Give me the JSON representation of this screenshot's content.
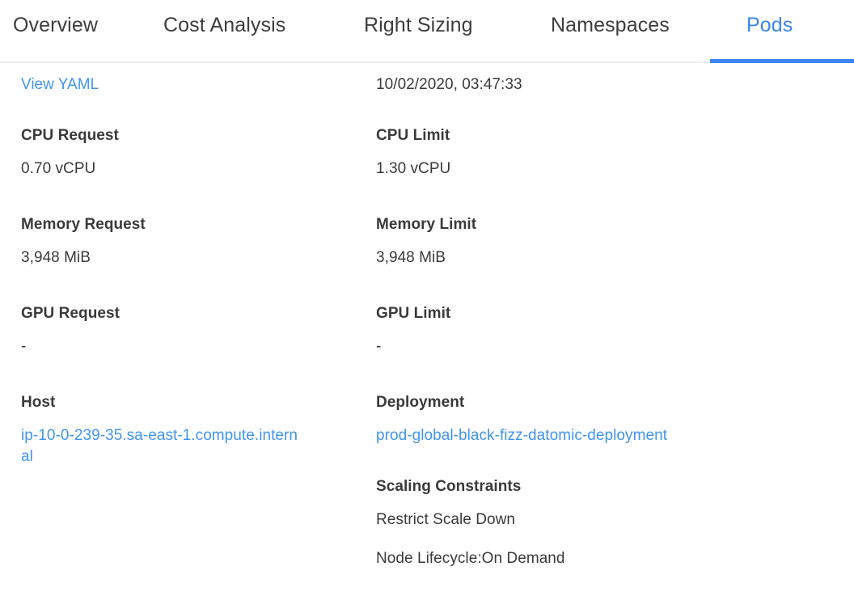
{
  "tabs": [
    {
      "label": "Overview",
      "active": false
    },
    {
      "label": "Cost Analysis",
      "active": false
    },
    {
      "label": "Right Sizing",
      "active": false
    },
    {
      "label": "Namespaces",
      "active": false
    },
    {
      "label": "Pods",
      "active": true
    }
  ],
  "colors": {
    "accent": "#3b86f0",
    "link": "#4294f0",
    "text": "#3a3a3a",
    "divider": "#ededed",
    "background": "#ffffff"
  },
  "left_column": {
    "view_yaml_link": "View YAML",
    "fields": [
      {
        "label": "CPU Request",
        "value": "0.70 vCPU"
      },
      {
        "label": "Memory Request",
        "value": "3,948 MiB"
      },
      {
        "label": "GPU Request",
        "value": "-"
      },
      {
        "label": "Host",
        "value": "ip-10-0-239-35.sa-east-1.compute.internal",
        "is_link": true
      }
    ]
  },
  "right_column": {
    "timestamp": "10/02/2020, 03:47:33",
    "fields": [
      {
        "label": "CPU Limit",
        "value": "1.30 vCPU"
      },
      {
        "label": "Memory Limit",
        "value": "3,948 MiB"
      },
      {
        "label": "GPU Limit",
        "value": "-"
      },
      {
        "label": "Deployment",
        "value": "prod-global-black-fizz-datomic-deployment",
        "is_link": true
      }
    ],
    "scaling_constraints": {
      "label": "Scaling Constraints",
      "lines": [
        "Restrict Scale Down",
        "Node Lifecycle:On Demand"
      ]
    }
  }
}
